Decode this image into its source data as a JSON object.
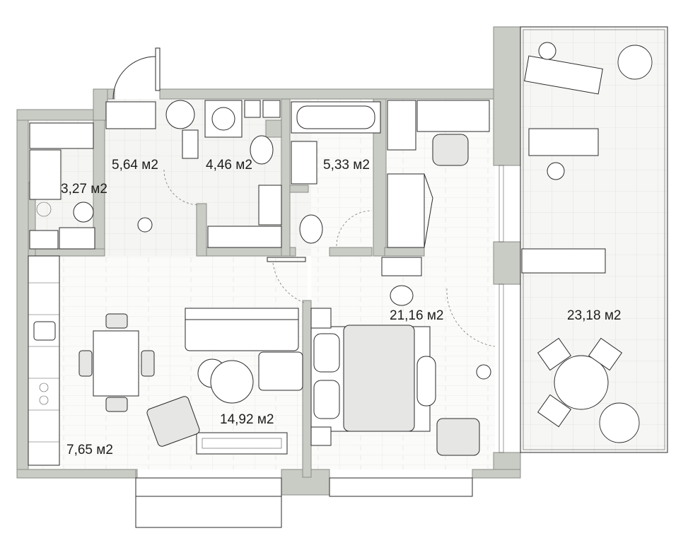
{
  "floor_plan": {
    "rooms": [
      {
        "id": "wardrobe",
        "area": "3,27 м2"
      },
      {
        "id": "hallway",
        "area": "5,64 м2"
      },
      {
        "id": "bathroom-1",
        "area": "4,46 м2"
      },
      {
        "id": "bathroom-2",
        "area": "5,33 м2"
      },
      {
        "id": "bedroom",
        "area": "21,16 м2"
      },
      {
        "id": "terrace",
        "area": "23,18 м2"
      },
      {
        "id": "kitchen",
        "area": "7,65 м2"
      },
      {
        "id": "living-room",
        "area": "14,92 м2"
      }
    ]
  }
}
